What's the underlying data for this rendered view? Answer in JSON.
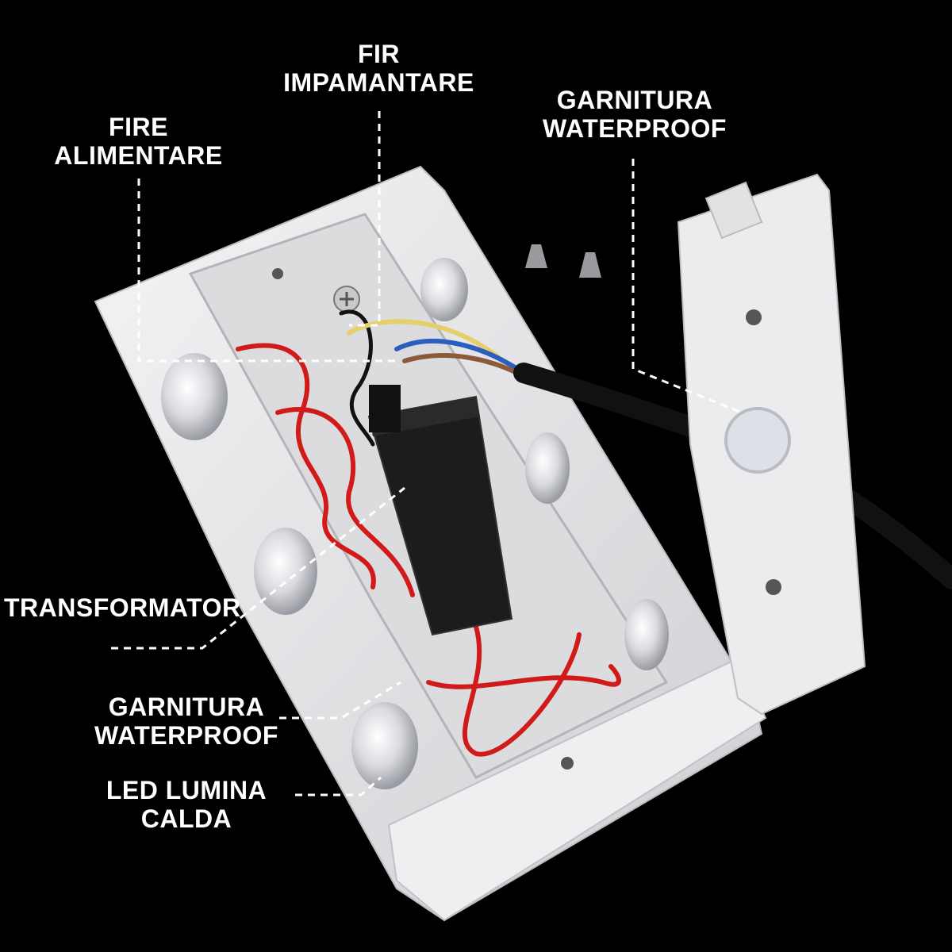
{
  "labels": {
    "fire_alimentare": {
      "line1": "FIRE",
      "line2": "ALIMENTARE"
    },
    "fir_impamantare": {
      "line1": "FIR",
      "line2": "IMPAMANTARE"
    },
    "garnitura_top": {
      "line1": "GARNITURA",
      "line2": "WATERPROOF"
    },
    "transformator": {
      "line1": "TRANSFORMATOR"
    },
    "garnitura_bottom": {
      "line1": "GARNITURA",
      "line2": "WATERPROOF"
    },
    "led": {
      "line1": "LED LUMINA",
      "line2": "CALDA"
    }
  },
  "colors": {
    "background": "#000000",
    "housing": "#e8e8ea",
    "wire_red": "#d11a1a",
    "transformer": "#1c1c1c",
    "cable": "#111111"
  }
}
